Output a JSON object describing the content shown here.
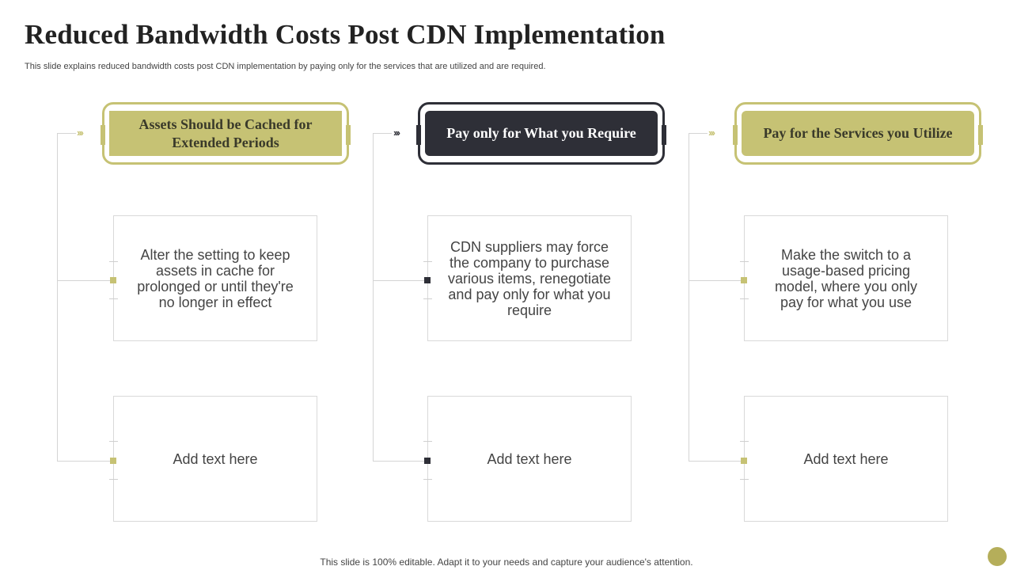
{
  "title": "Reduced Bandwidth Costs Post CDN Implementation",
  "subtitle": "This slide explains reduced bandwidth costs post CDN implementation by paying only for the services that are utilized and are required.",
  "footer": "This slide is 100% editable. Adapt it to your needs and capture your audience's attention.",
  "colors": {
    "accent_olive": "#c6c274",
    "accent_dark": "#2e2f37",
    "text": "#444444"
  },
  "columns": [
    {
      "header": "Assets Should be Cached for Extended Periods",
      "card1": "Alter the setting to keep assets in cache for prolonged or until they're no longer in effect",
      "card2": "Add text here"
    },
    {
      "header": "Pay only for What you Require",
      "card1": "CDN suppliers may force the company to purchase various items, renegotiate and pay only for what you require",
      "card2": "Add text here"
    },
    {
      "header": "Pay for the Services you Utilize",
      "card1": "Make the switch to a usage-based pricing model, where you only pay for what you use",
      "card2": "Add text here"
    }
  ]
}
